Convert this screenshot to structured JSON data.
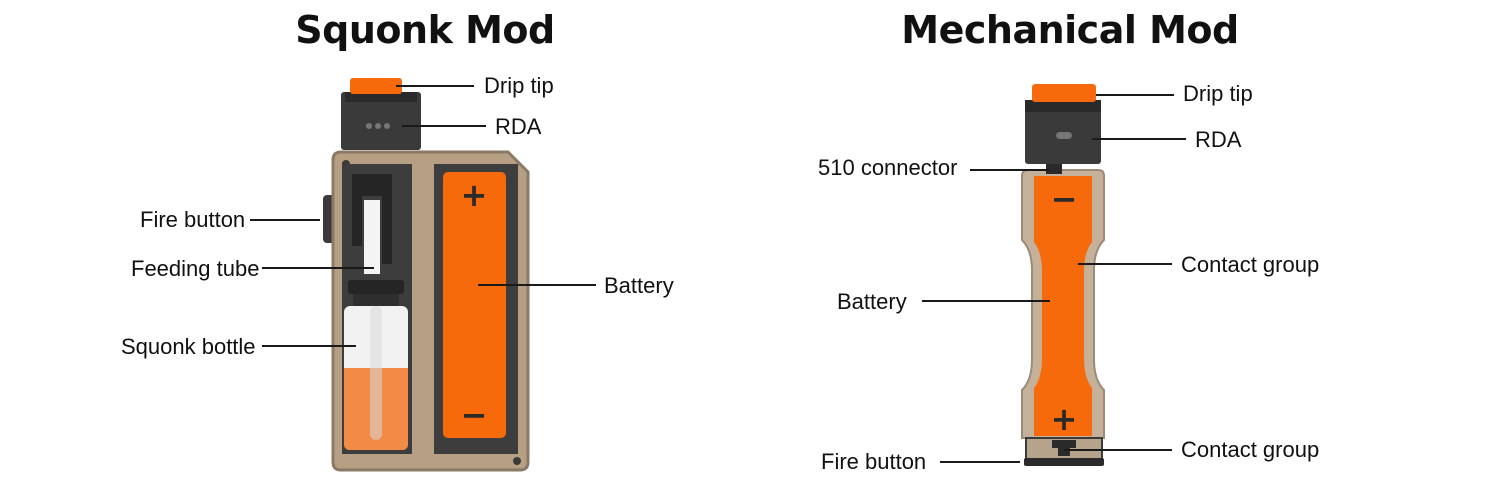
{
  "titles": {
    "left": "Squonk Mod",
    "right": "Mechanical Mod"
  },
  "squonk": {
    "drip_tip": "Drip tip",
    "rda": "RDA",
    "fire_button": "Fire button",
    "feeding_tube": "Feeding tube",
    "squonk_bottle": "Squonk bottle",
    "battery": "Battery",
    "battery_plus": "+",
    "battery_minus": "−"
  },
  "mech": {
    "drip_tip": "Drip tip",
    "rda": "RDA",
    "connector_510": "510 connector",
    "battery": "Battery",
    "contact_group_top": "Contact group",
    "contact_group_bottom": "Contact group",
    "fire_button": "Fire button",
    "battery_plus": "+",
    "battery_minus": "−"
  },
  "colors": {
    "orange": "#F76A0C",
    "dark": "#3A3A3A",
    "tan": "#B79F83",
    "tan_dark": "#7E705F",
    "liquid": "#F28B45"
  }
}
